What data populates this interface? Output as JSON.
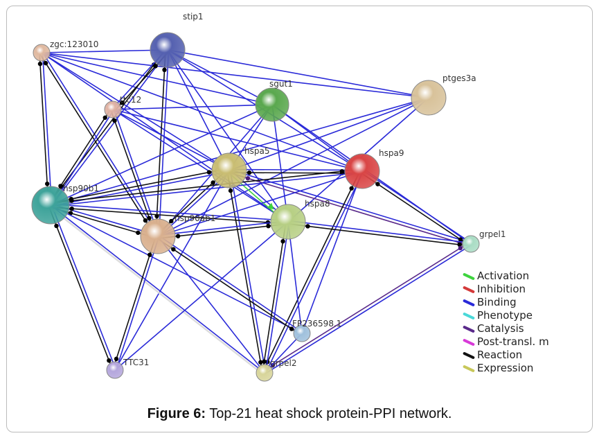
{
  "nodes": [
    {
      "id": "zgc:123010",
      "color": "#e0b9a0"
    },
    {
      "id": "stip1",
      "color": "#5561b0"
    },
    {
      "id": "sgut1",
      "color": "#5aa84e"
    },
    {
      "id": "ptges3a",
      "color": "#d8c29a"
    },
    {
      "id": "ttc12",
      "color": "#e0b3a4"
    },
    {
      "id": "hspa5",
      "color": "#c9bd72"
    },
    {
      "id": "hspa9",
      "color": "#d94545"
    },
    {
      "id": "hsp90b1",
      "color": "#3ea39a"
    },
    {
      "id": "hsp90ab1",
      "color": "#d9b08e"
    },
    {
      "id": "hspa8",
      "color": "#b7cf84"
    },
    {
      "id": "grpel1",
      "color": "#a9dcc4"
    },
    {
      "id": "FP236598.1",
      "color": "#9fc0dc"
    },
    {
      "id": "TTC31",
      "color": "#b4a6dc"
    },
    {
      "id": "grpel2",
      "color": "#d8d59a"
    }
  ],
  "edges": [
    [
      "zgc:123010",
      "stip1",
      "Binding"
    ],
    [
      "zgc:123010",
      "sgut1",
      "Binding"
    ],
    [
      "zgc:123010",
      "ptges3a",
      "Binding"
    ],
    [
      "zgc:123010",
      "hspa5",
      "Binding"
    ],
    [
      "zgc:123010",
      "hspa8",
      "Binding"
    ],
    [
      "zgc:123010",
      "hsp90b1",
      "Reaction"
    ],
    [
      "zgc:123010",
      "hsp90ab1",
      "Reaction"
    ],
    [
      "zgc:123010",
      "hspa9",
      "Binding"
    ],
    [
      "stip1",
      "ptges3a",
      "Binding"
    ],
    [
      "stip1",
      "hspa5",
      "Binding"
    ],
    [
      "stip1",
      "hspa8",
      "Binding"
    ],
    [
      "stip1",
      "hsp90ab1",
      "Reaction"
    ],
    [
      "stip1",
      "hsp90b1",
      "Reaction"
    ],
    [
      "stip1",
      "hspa9",
      "Binding"
    ],
    [
      "stip1",
      "sgut1",
      "Binding"
    ],
    [
      "sgut1",
      "hsp90b1",
      "Binding"
    ],
    [
      "sgut1",
      "hspa5",
      "Binding"
    ],
    [
      "sgut1",
      "hspa8",
      "Binding"
    ],
    [
      "sgut1",
      "hspa9",
      "Binding"
    ],
    [
      "sgut1",
      "hsp90ab1",
      "Binding"
    ],
    [
      "sgut1",
      "grpel1",
      "Binding"
    ],
    [
      "ptges3a",
      "hsp90b1",
      "Binding"
    ],
    [
      "ptges3a",
      "hspa5",
      "Binding"
    ],
    [
      "ptges3a",
      "hsp90ab1",
      "Binding"
    ],
    [
      "ptges3a",
      "hspa8",
      "Binding"
    ],
    [
      "ttc12",
      "hsp90b1",
      "Reaction"
    ],
    [
      "ttc12",
      "hsp90ab1",
      "Reaction"
    ],
    [
      "ttc12",
      "hspa5",
      "Binding"
    ],
    [
      "ttc12",
      "hspa8",
      "Binding"
    ],
    [
      "ttc12",
      "hspa9",
      "Binding"
    ],
    [
      "ttc12",
      "sgut1",
      "Binding"
    ],
    [
      "ttc12",
      "stip1",
      "Reaction"
    ],
    [
      "hspa5",
      "hspa9",
      "Reaction"
    ],
    [
      "hspa5",
      "hsp90b1",
      "Reaction"
    ],
    [
      "hspa5",
      "hsp90ab1",
      "Reaction"
    ],
    [
      "hspa5",
      "hspa8",
      "Activation"
    ],
    [
      "hspa5",
      "grpel2",
      "Reaction"
    ],
    [
      "hspa5",
      "grpel1",
      "Catalysis"
    ],
    [
      "hspa5",
      "TTC31",
      "Binding"
    ],
    [
      "hspa9",
      "hsp90b1",
      "Reaction"
    ],
    [
      "hspa9",
      "hsp90ab1",
      "Binding"
    ],
    [
      "hspa9",
      "grpel1",
      "Reaction"
    ],
    [
      "hspa9",
      "grpel2",
      "Reaction"
    ],
    [
      "hspa9",
      "FP236598.1",
      "Binding"
    ],
    [
      "hsp90b1",
      "hsp90ab1",
      "Reaction"
    ],
    [
      "hsp90b1",
      "hspa8",
      "Reaction"
    ],
    [
      "hsp90b1",
      "TTC31",
      "Reaction"
    ],
    [
      "hsp90b1",
      "FP236598.1",
      "Binding"
    ],
    [
      "hsp90b1",
      "grpel2",
      "Expression"
    ],
    [
      "hsp90ab1",
      "hspa8",
      "Reaction"
    ],
    [
      "hsp90ab1",
      "TTC31",
      "Reaction"
    ],
    [
      "hsp90ab1",
      "FP236598.1",
      "Reaction"
    ],
    [
      "hsp90ab1",
      "grpel2",
      "Binding"
    ],
    [
      "hspa8",
      "grpel1",
      "Reaction"
    ],
    [
      "hspa8",
      "grpel2",
      "Reaction"
    ],
    [
      "hspa8",
      "FP236598.1",
      "Binding"
    ],
    [
      "hspa8",
      "TTC31",
      "Binding"
    ],
    [
      "grpel1",
      "grpel2",
      "Catalysis"
    ],
    [
      "grpel2",
      "FP236598.1",
      "Binding"
    ]
  ],
  "legend": [
    {
      "label": "Activation",
      "color": "#3ed33e"
    },
    {
      "label": "Inhibition",
      "color": "#d43a3a"
    },
    {
      "label": "Binding",
      "color": "#2a2ad8"
    },
    {
      "label": "Phenotype",
      "color": "#4ad8d8"
    },
    {
      "label": "Catalysis",
      "color": "#5a2a8a"
    },
    {
      "label": "Post-transl. m",
      "color": "#d83ad8"
    },
    {
      "label": "Reaction",
      "color": "#111111"
    },
    {
      "label": "Expression",
      "color": "#c8c85a"
    }
  ],
  "caption": {
    "prefix": "Figure 6:",
    "text": " Top-21 heat shock protein-PPI network."
  }
}
